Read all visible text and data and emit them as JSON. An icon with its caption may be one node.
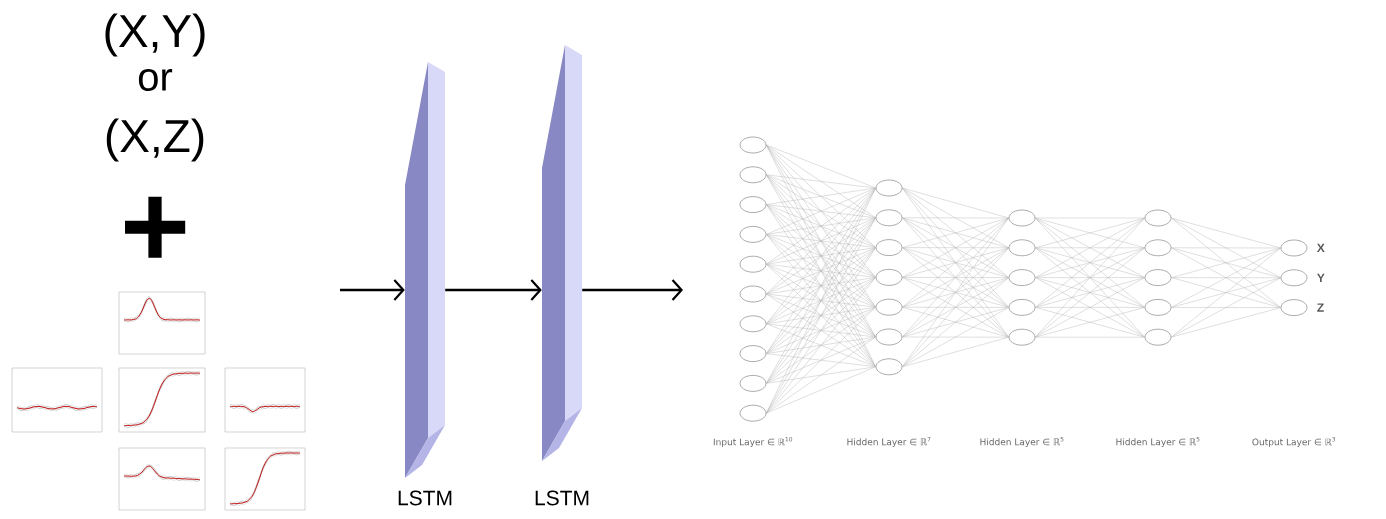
{
  "diagram": {
    "nodes": [
      {
        "text": [],
        "shape": "picture"
      },
      {
        "text": [],
        "shape": "picture"
      },
      {
        "text": [],
        "shape": "picture"
      },
      {
        "text": [],
        "shape": "picture"
      },
      {
        "text": [],
        "shape": "picture"
      },
      {
        "text": [],
        "shape": "picture"
      },
      {
        "text": [
          "LSTM"
        ]
      },
      {
        "text": [
          "LSTM"
        ]
      },
      {
        "text": [],
        "shape": "circle"
      },
      {
        "text": [],
        "shape": "circle"
      },
      {
        "text": [],
        "shape": "circle"
      },
      {
        "text": [],
        "shape": "circle"
      },
      {
        "text": [],
        "shape": "circle"
      },
      {
        "text": [],
        "shape": "circle"
      },
      {
        "text": [],
        "shape": "circle"
      },
      {
        "text": [],
        "shape": "circle"
      },
      {
        "text": [],
        "shape": "circle"
      },
      {
        "text": [],
        "shape": "circle"
      },
      {
        "text": [],
        "shape": "circle"
      },
      {
        "text": [],
        "shape": "circle"
      },
      {
        "text": [],
        "shape": "circle"
      },
      {
        "text": [],
        "shape": "circle"
      },
      {
        "text": [],
        "shape": "circle"
      },
      {
        "text": [],
        "shape": "circle"
      },
      {
        "text": [],
        "shape": "circle"
      },
      {
        "text": [],
        "shape": "circle"
      },
      {
        "text": [],
        "shape": "circle"
      },
      {
        "text": [],
        "shape": "circle"
      },
      {
        "text": [],
        "shape": "circle"
      },
      {
        "text": [],
        "shape": "circle"
      },
      {
        "text": [],
        "shape": "circle"
      },
      {
        "text": [],
        "shape": "circle"
      },
      {
        "text": [],
        "shape": "circle"
      },
      {
        "text": [],
        "shape": "circle"
      },
      {
        "text": [],
        "shape": "circle"
      },
      {
        "text": [],
        "shape": "circle",
        "beside": [
          "X"
        ]
      },
      {
        "text": [],
        "shape": "circle",
        "beside": [
          "Y"
        ]
      },
      {
        "text": [],
        "shape": "circle",
        "beside": [
          "Z"
        ]
      }
    ],
    "edges": [
      {
        "from": null,
        "to": 6,
        "arrow": "to",
        "style": "thick",
        "color": "#000000"
      },
      {
        "from": 6,
        "to": 7,
        "arrow": "to",
        "style": "thick",
        "color": "#000000"
      },
      {
        "from": 7,
        "to": null,
        "arrow": "to",
        "style": "thick",
        "color": "#000000"
      },
      {
        "from": 8,
        "to": 18,
        "arrow": "none"
      },
      {
        "from": 8,
        "to": 19,
        "arrow": "none"
      },
      {
        "from": 8,
        "to": 20,
        "arrow": "none"
      },
      {
        "from": 8,
        "to": 21,
        "arrow": "none"
      },
      {
        "from": 8,
        "to": 22,
        "arrow": "none"
      },
      {
        "from": 8,
        "to": 23,
        "arrow": "none"
      },
      {
        "from": 8,
        "to": 24,
        "arrow": "none"
      },
      {
        "from": 9,
        "to": 18,
        "arrow": "none"
      },
      {
        "from": 9,
        "to": 19,
        "arrow": "none"
      },
      {
        "from": 9,
        "to": 20,
        "arrow": "none"
      },
      {
        "from": 9,
        "to": 21,
        "arrow": "none"
      },
      {
        "from": 9,
        "to": 22,
        "arrow": "none"
      },
      {
        "from": 9,
        "to": 23,
        "arrow": "none"
      },
      {
        "from": 9,
        "to": 24,
        "arrow": "none"
      },
      {
        "from": 10,
        "to": 18,
        "arrow": "none"
      },
      {
        "from": 10,
        "to": 19,
        "arrow": "none"
      },
      {
        "from": 10,
        "to": 20,
        "arrow": "none"
      },
      {
        "from": 10,
        "to": 21,
        "arrow": "none"
      },
      {
        "from": 10,
        "to": 22,
        "arrow": "none"
      },
      {
        "from": 10,
        "to": 23,
        "arrow": "none"
      },
      {
        "from": 10,
        "to": 24,
        "arrow": "none"
      },
      {
        "from": 11,
        "to": 18,
        "arrow": "none"
      },
      {
        "from": 11,
        "to": 19,
        "arrow": "none"
      },
      {
        "from": 11,
        "to": 20,
        "arrow": "none"
      },
      {
        "from": 11,
        "to": 21,
        "arrow": "none"
      },
      {
        "from": 11,
        "to": 22,
        "arrow": "none"
      },
      {
        "from": 11,
        "to": 23,
        "arrow": "none"
      },
      {
        "from": 11,
        "to": 24,
        "arrow": "none"
      },
      {
        "from": 12,
        "to": 18,
        "arrow": "none"
      },
      {
        "from": 12,
        "to": 19,
        "arrow": "none"
      },
      {
        "from": 12,
        "to": 20,
        "arrow": "none"
      },
      {
        "from": 12,
        "to": 21,
        "arrow": "none"
      },
      {
        "from": 12,
        "to": 22,
        "arrow": "none"
      },
      {
        "from": 12,
        "to": 23,
        "arrow": "none"
      },
      {
        "from": 12,
        "to": 24,
        "arrow": "none"
      },
      {
        "from": 13,
        "to": 18,
        "arrow": "none"
      },
      {
        "from": 13,
        "to": 19,
        "arrow": "none"
      },
      {
        "from": 13,
        "to": 20,
        "arrow": "none"
      },
      {
        "from": 13,
        "to": 21,
        "arrow": "none"
      },
      {
        "from": 13,
        "to": 22,
        "arrow": "none"
      },
      {
        "from": 13,
        "to": 23,
        "arrow": "none"
      },
      {
        "from": 13,
        "to": 24,
        "arrow": "none"
      },
      {
        "from": 14,
        "to": 18,
        "arrow": "none"
      },
      {
        "from": 14,
        "to": 19,
        "arrow": "none"
      },
      {
        "from": 14,
        "to": 20,
        "arrow": "none"
      },
      {
        "from": 14,
        "to": 21,
        "arrow": "none"
      },
      {
        "from": 14,
        "to": 22,
        "arrow": "none"
      },
      {
        "from": 14,
        "to": 23,
        "arrow": "none"
      },
      {
        "from": 14,
        "to": 24,
        "arrow": "none"
      },
      {
        "from": 15,
        "to": 18,
        "arrow": "none"
      },
      {
        "from": 15,
        "to": 19,
        "arrow": "none"
      },
      {
        "from": 15,
        "to": 20,
        "arrow": "none"
      },
      {
        "from": 15,
        "to": 21,
        "arrow": "none"
      },
      {
        "from": 15,
        "to": 22,
        "arrow": "none"
      },
      {
        "from": 15,
        "to": 23,
        "arrow": "none"
      },
      {
        "from": 15,
        "to": 24,
        "arrow": "none"
      },
      {
        "from": 16,
        "to": 18,
        "arrow": "none"
      },
      {
        "from": 16,
        "to": 19,
        "arrow": "none"
      },
      {
        "from": 16,
        "to": 20,
        "arrow": "none"
      },
      {
        "from": 16,
        "to": 21,
        "arrow": "none"
      },
      {
        "from": 16,
        "to": 22,
        "arrow": "none"
      },
      {
        "from": 16,
        "to": 23,
        "arrow": "none"
      },
      {
        "from": 16,
        "to": 24,
        "arrow": "none"
      },
      {
        "from": 17,
        "to": 18,
        "arrow": "none"
      },
      {
        "from": 17,
        "to": 19,
        "arrow": "none"
      },
      {
        "from": 17,
        "to": 20,
        "arrow": "none"
      },
      {
        "from": 17,
        "to": 21,
        "arrow": "none"
      },
      {
        "from": 17,
        "to": 22,
        "arrow": "none"
      },
      {
        "from": 17,
        "to": 23,
        "arrow": "none"
      },
      {
        "from": 17,
        "to": 24,
        "arrow": "none"
      },
      {
        "from": 18,
        "to": 25,
        "arrow": "none"
      },
      {
        "from": 18,
        "to": 26,
        "arrow": "none"
      },
      {
        "from": 18,
        "to": 27,
        "arrow": "none"
      },
      {
        "from": 18,
        "to": 28,
        "arrow": "none"
      },
      {
        "from": 18,
        "to": 29,
        "arrow": "none"
      },
      {
        "from": 19,
        "to": 25,
        "arrow": "none"
      },
      {
        "from": 19,
        "to": 26,
        "arrow": "none"
      },
      {
        "from": 19,
        "to": 27,
        "arrow": "none"
      },
      {
        "from": 19,
        "to": 28,
        "arrow": "none"
      },
      {
        "from": 19,
        "to": 29,
        "arrow": "none"
      },
      {
        "from": 20,
        "to": 25,
        "arrow": "none"
      },
      {
        "from": 20,
        "to": 26,
        "arrow": "none"
      },
      {
        "from": 20,
        "to": 27,
        "arrow": "none"
      },
      {
        "from": 20,
        "to": 28,
        "arrow": "none"
      },
      {
        "from": 20,
        "to": 29,
        "arrow": "none"
      },
      {
        "from": 21,
        "to": 25,
        "arrow": "none"
      },
      {
        "from": 21,
        "to": 26,
        "arrow": "none"
      },
      {
        "from": 21,
        "to": 27,
        "arrow": "none"
      },
      {
        "from": 21,
        "to": 28,
        "arrow": "none"
      },
      {
        "from": 21,
        "to": 29,
        "arrow": "none"
      },
      {
        "from": 22,
        "to": 25,
        "arrow": "none"
      },
      {
        "from": 22,
        "to": 26,
        "arrow": "none"
      },
      {
        "from": 22,
        "to": 27,
        "arrow": "none"
      },
      {
        "from": 22,
        "to": 28,
        "arrow": "none"
      },
      {
        "from": 22,
        "to": 29,
        "arrow": "none"
      },
      {
        "from": 23,
        "to": 25,
        "arrow": "none"
      },
      {
        "from": 23,
        "to": 26,
        "arrow": "none"
      },
      {
        "from": 23,
        "to": 27,
        "arrow": "none"
      },
      {
        "from": 23,
        "to": 28,
        "arrow": "none"
      },
      {
        "from": 23,
        "to": 29,
        "arrow": "none"
      },
      {
        "from": 24,
        "to": 25,
        "arrow": "none"
      },
      {
        "from": 24,
        "to": 26,
        "arrow": "none"
      },
      {
        "from": 24,
        "to": 27,
        "arrow": "none"
      },
      {
        "from": 24,
        "to": 28,
        "arrow": "none"
      },
      {
        "from": 24,
        "to": 29,
        "arrow": "none"
      },
      {
        "from": 25,
        "to": 30,
        "arrow": "none"
      },
      {
        "from": 25,
        "to": 31,
        "arrow": "none"
      },
      {
        "from": 25,
        "to": 32,
        "arrow": "none"
      },
      {
        "from": 25,
        "to": 33,
        "arrow": "none"
      },
      {
        "from": 25,
        "to": 34,
        "arrow": "none"
      },
      {
        "from": 26,
        "to": 30,
        "arrow": "none"
      },
      {
        "from": 26,
        "to": 31,
        "arrow": "none"
      },
      {
        "from": 26,
        "to": 32,
        "arrow": "none"
      },
      {
        "from": 26,
        "to": 33,
        "arrow": "none"
      },
      {
        "from": 26,
        "to": 34,
        "arrow": "none"
      },
      {
        "from": 27,
        "to": 30,
        "arrow": "none"
      },
      {
        "from": 27,
        "to": 31,
        "arrow": "none"
      },
      {
        "from": 27,
        "to": 32,
        "arrow": "none"
      },
      {
        "from": 27,
        "to": 33,
        "arrow": "none"
      },
      {
        "from": 27,
        "to": 34,
        "arrow": "none"
      },
      {
        "from": 28,
        "to": 30,
        "arrow": "none"
      },
      {
        "from": 28,
        "to": 31,
        "arrow": "none"
      },
      {
        "from": 28,
        "to": 32,
        "arrow": "none"
      },
      {
        "from": 28,
        "to": 33,
        "arrow": "none"
      },
      {
        "from": 28,
        "to": 34,
        "arrow": "none"
      },
      {
        "from": 29,
        "to": 30,
        "arrow": "none"
      },
      {
        "from": 29,
        "to": 31,
        "arrow": "none"
      },
      {
        "from": 29,
        "to": 32,
        "arrow": "none"
      },
      {
        "from": 29,
        "to": 33,
        "arrow": "none"
      },
      {
        "from": 29,
        "to": 34,
        "arrow": "none"
      },
      {
        "from": 30,
        "to": 35,
        "arrow": "none"
      },
      {
        "from": 30,
        "to": 36,
        "arrow": "none"
      },
      {
        "from": 30,
        "to": 37,
        "arrow": "none"
      },
      {
        "from": 31,
        "to": 35,
        "arrow": "none"
      },
      {
        "from": 31,
        "to": 36,
        "arrow": "none"
      },
      {
        "from": 31,
        "to": 37,
        "arrow": "none"
      },
      {
        "from": 32,
        "to": 35,
        "arrow": "none"
      },
      {
        "from": 32,
        "to": 36,
        "arrow": "none"
      },
      {
        "from": 32,
        "to": 37,
        "arrow": "none"
      },
      {
        "from": 33,
        "to": 35,
        "arrow": "none"
      },
      {
        "from": 33,
        "to": 36,
        "arrow": "none"
      },
      {
        "from": 33,
        "to": 37,
        "arrow": "none"
      },
      {
        "from": 34,
        "to": 35,
        "arrow": "none"
      },
      {
        "from": 34,
        "to": 36,
        "arrow": "none"
      },
      {
        "from": 34,
        "to": 37,
        "arrow": "none"
      }
    ],
    "labels": [
      "(X,Y)",
      "or",
      "(X,Z)",
      "+",
      "Input Layer ∈ ℝ$^{10}$",
      "Hidden Layer ∈ ℝ$^{7}$",
      "Hidden Layer ∈ ℝ$^{5}$",
      "Hidden Layer ∈ ℝ$^{5}$",
      "Output Layer ∈ ℝ$^{3}$"
    ]
  }
}
